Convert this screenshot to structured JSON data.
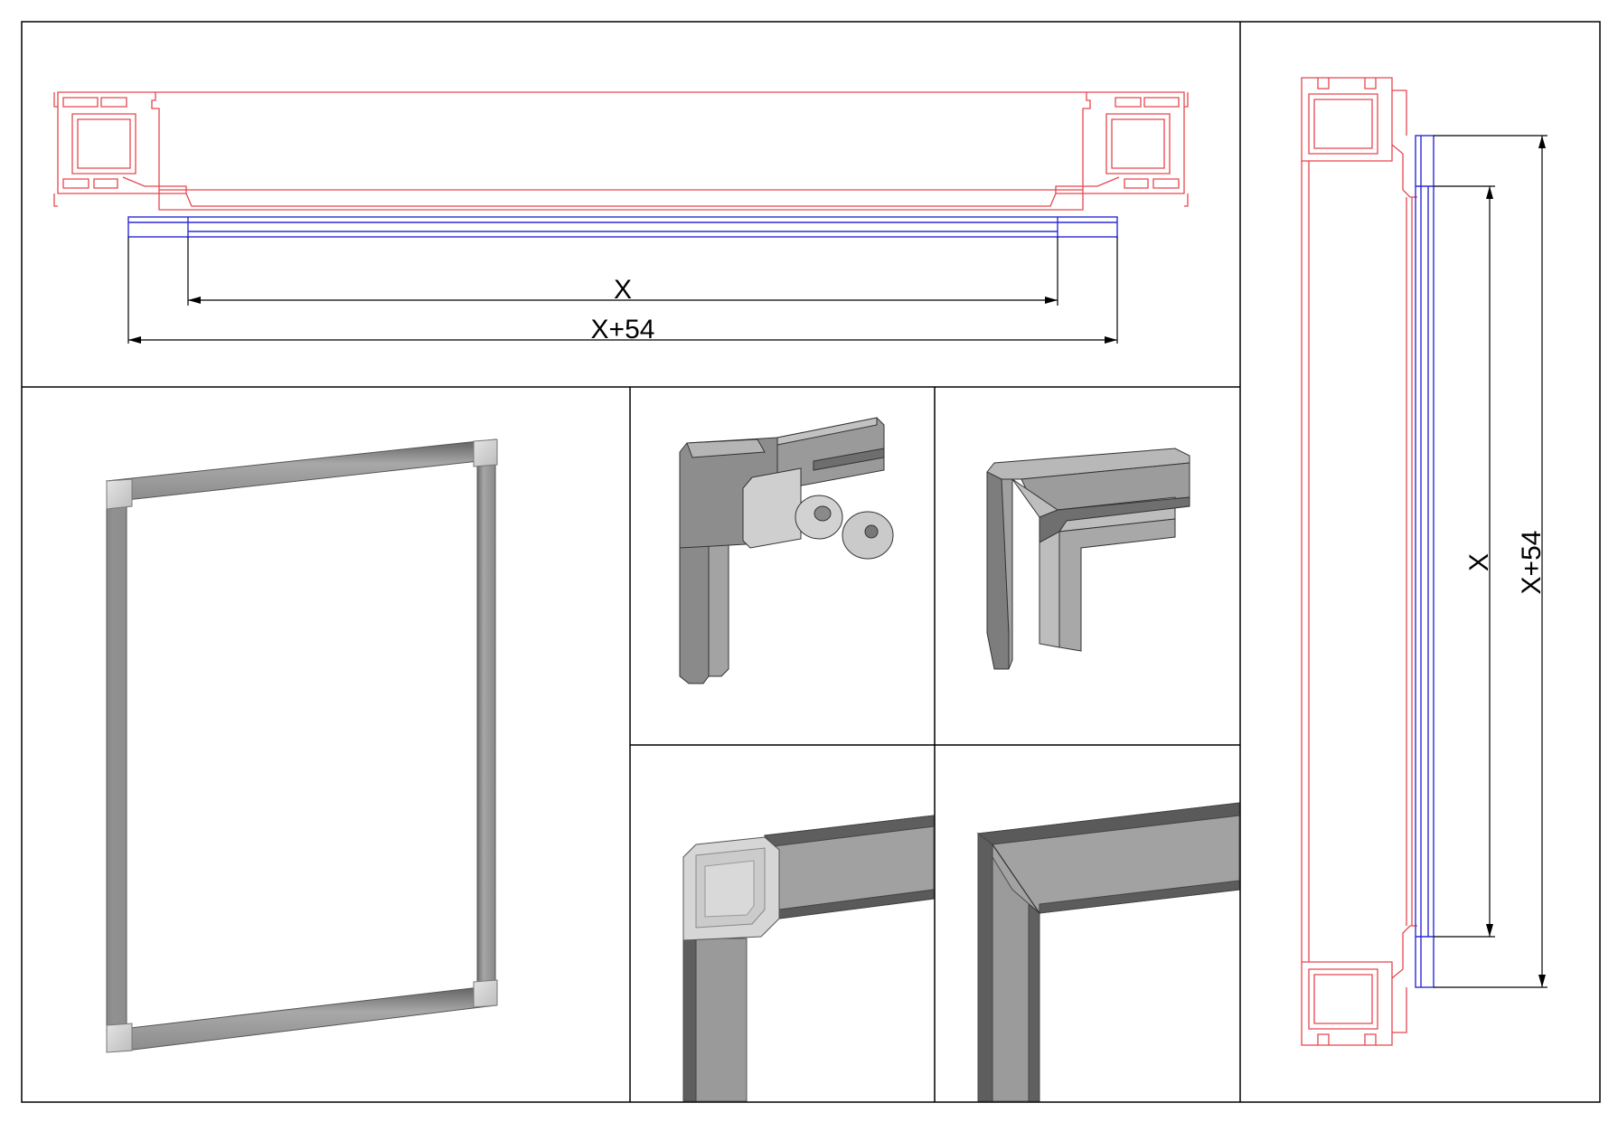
{
  "labels": {
    "top_inner": "X",
    "top_outer": "X+54",
    "side_inner": "X",
    "side_outer": "X+54"
  },
  "colors": {
    "frame_profile": "#e8464f",
    "screen_profile": "#2b2bd6",
    "dimension": "#000000",
    "panel_border": "#000000",
    "metal_dark": "#7c7c7c",
    "metal_mid": "#9a9a9a",
    "metal_light": "#c8c8c8",
    "corner_light": "#d6d6d6"
  },
  "icons": {
    "frame_overview": "rectangular-screen-frame-icon",
    "corner_connector": "corner-connector-with-spring-icon",
    "corner_moulded": "moulded-corner-piece-icon",
    "corner_joint_plastic": "plastic-corner-joint-icon",
    "corner_joint_mitred": "mitred-corner-joint-icon"
  }
}
